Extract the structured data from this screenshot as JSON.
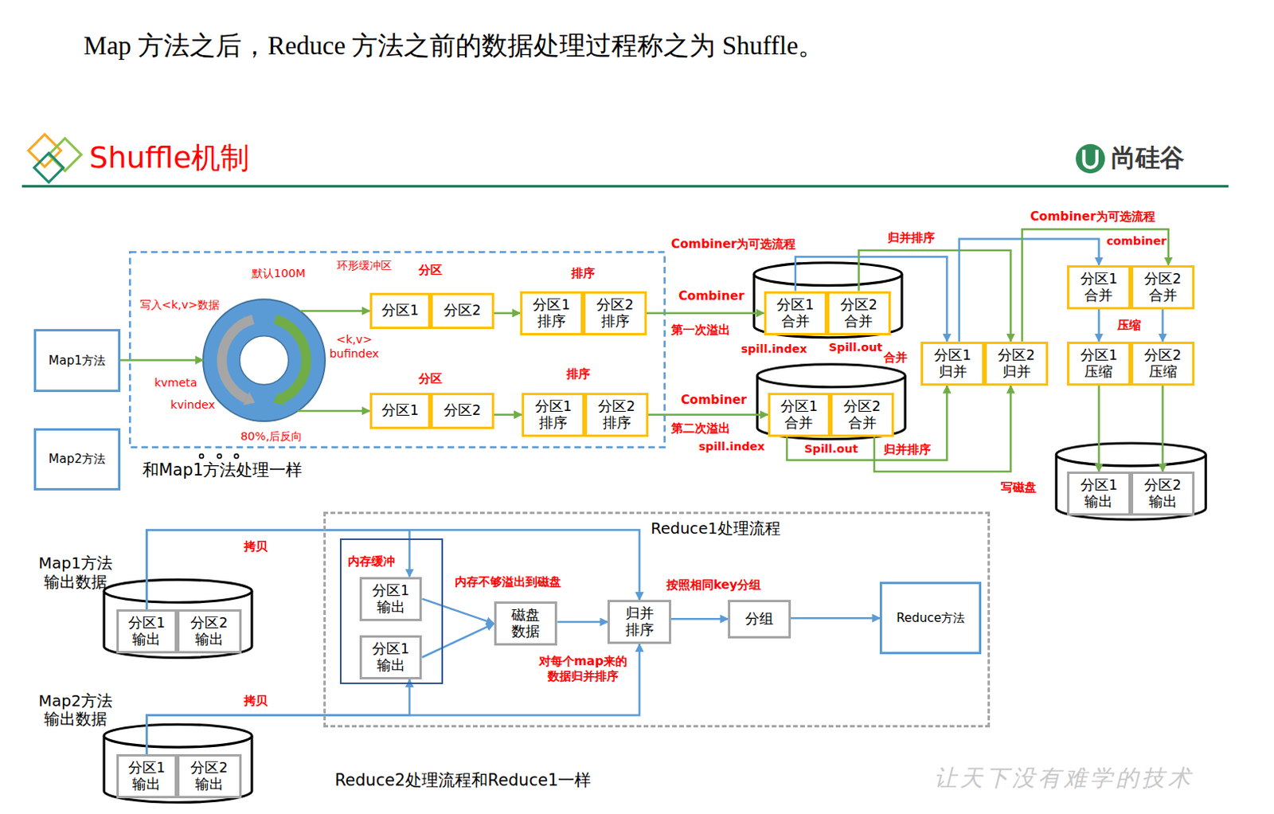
{
  "diagram": {
    "title": "Shuffle机制",
    "caption": "Map 方法之后，Reduce 方法之前的数据处理过程称之为 Shuffle。",
    "nodes": [
      {
        "text": [
          "Map1方法"
        ]
      },
      {
        "text": [
          "Map2方法"
        ]
      },
      {
        "text": [
          "环形缓冲区"
        ]
      },
      {
        "text": [
          "分区1"
        ]
      },
      {
        "text": [
          "分区2"
        ]
      },
      {
        "text": [
          "分区1 排序"
        ]
      },
      {
        "text": [
          "分区2 排序"
        ]
      },
      {
        "text": [
          "分区1"
        ]
      },
      {
        "text": [
          "分区2"
        ]
      },
      {
        "text": [
          "分区1 排序"
        ]
      },
      {
        "text": [
          "分区2 排序"
        ]
      },
      {
        "text": [
          "分区1 合并"
        ]
      },
      {
        "text": [
          "分区2 合并"
        ]
      },
      {
        "text": [
          "分区1 合并"
        ]
      },
      {
        "text": [
          "分区2 合并"
        ]
      },
      {
        "text": [
          "分区1 归并"
        ]
      },
      {
        "text": [
          "分区2 归并"
        ]
      },
      {
        "text": [
          "分区1 合并"
        ]
      },
      {
        "text": [
          "分区2 合并"
        ]
      },
      {
        "text": [
          "分区1 压缩"
        ]
      },
      {
        "text": [
          "分区2 压缩"
        ]
      },
      {
        "text": [
          "分区1 输出"
        ]
      },
      {
        "text": [
          "分区2 输出"
        ]
      },
      {
        "text": [
          "分区1 输出"
        ]
      },
      {
        "text": [
          "分区2 输出"
        ]
      },
      {
        "text": [
          "Reduce1处理流程"
        ]
      },
      {
        "text": [
          "内存缓冲"
        ],
        "in": 25
      },
      {
        "text": [
          "分区1 输出"
        ],
        "in": 26
      },
      {
        "text": [
          "分区1 输出"
        ],
        "in": 26
      },
      {
        "text": [
          "磁盘 数据"
        ],
        "in": 25
      },
      {
        "text": [
          "归并 排序"
        ],
        "in": 25
      },
      {
        "text": [
          "分组"
        ],
        "in": 25
      },
      {
        "text": [
          "Reduce方法"
        ],
        "in": 25
      },
      {
        "text": [
          "分区1 输出"
        ]
      },
      {
        "text": [
          "分区2 输出"
        ]
      }
    ],
    "edges": [
      {
        "from": 0,
        "to": 2,
        "arrow": "to"
      },
      {
        "from": 2,
        "to": 3,
        "arrow": "to"
      },
      {
        "from": 2,
        "to": 7,
        "arrow": "to"
      },
      {
        "from": 4,
        "to": 5,
        "arrow": "to"
      },
      {
        "from": 8,
        "to": 9,
        "arrow": "to"
      },
      {
        "from": 6,
        "to": 11,
        "arrow": "to",
        "label": "Combiner"
      },
      {
        "from": 10,
        "to": 13,
        "arrow": "to",
        "label": "Combiner"
      },
      {
        "from": 11,
        "to": 15,
        "arrow": "to"
      },
      {
        "from": 12,
        "to": 16,
        "arrow": "to"
      },
      {
        "from": 13,
        "to": 15,
        "arrow": "to"
      },
      {
        "from": 14,
        "to": 16,
        "arrow": "to"
      },
      {
        "from": 15,
        "to": 17,
        "arrow": "to"
      },
      {
        "from": 16,
        "to": 18,
        "arrow": "to"
      },
      {
        "from": 17,
        "to": 19,
        "arrow": "to"
      },
      {
        "from": 18,
        "to": 20,
        "arrow": "to"
      },
      {
        "from": 19,
        "to": 21,
        "arrow": "to"
      },
      {
        "from": 20,
        "to": 22,
        "arrow": "to"
      },
      {
        "from": 23,
        "to": 27,
        "arrow": "to",
        "label": "拷贝"
      },
      {
        "from": 23,
        "to": 30,
        "arrow": "to"
      },
      {
        "from": 33,
        "to": 28,
        "arrow": "to",
        "label": "拷贝"
      },
      {
        "from": 33,
        "to": 30,
        "arrow": "to"
      },
      {
        "from": 27,
        "to": 29,
        "arrow": "to"
      },
      {
        "from": 28,
        "to": 29,
        "arrow": "to"
      },
      {
        "from": 29,
        "to": 30,
        "arrow": "to"
      },
      {
        "from": 30,
        "to": 31,
        "arrow": "to",
        "label": "按照相同key分组"
      },
      {
        "from": 31,
        "to": 32,
        "arrow": "to"
      }
    ],
    "labels": [
      "尚硅谷",
      "默认100M",
      "写入<k,v>数据",
      "<k,v> bufindex",
      "kvmeta",
      "kvindex",
      "80%,后反向",
      "分区",
      "排序",
      "分区",
      "排序",
      "和Map1方法处理一样",
      "Combiner为可选流程",
      "第一次溢出",
      "第二次溢出",
      "spill.index",
      "Spill.out",
      "合并",
      "spill.index",
      "Spill.out",
      "归并排序",
      "归并排序",
      "写磁盘",
      "Combiner为可选流程",
      "combiner",
      "压缩",
      "Map1方法 输出数据",
      "Map2方法 输出数据",
      "内存不够溢出到磁盘",
      "对每个map来的 数据归并排序",
      "Reduce2处理流程和Reduce1一样",
      "让天下没有难学的技术"
    ]
  }
}
